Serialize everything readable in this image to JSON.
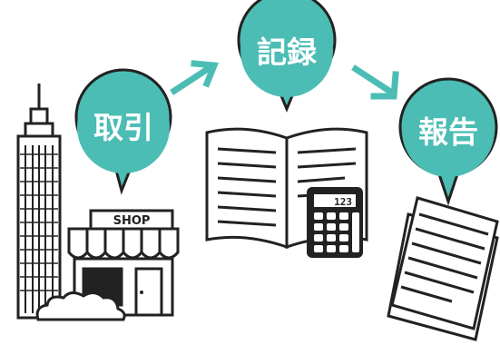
{
  "steps": [
    {
      "label": "取引"
    },
    {
      "label": "記録"
    },
    {
      "label": "報告"
    }
  ],
  "shop_sign": "SHOP",
  "calculator_display": "123",
  "colors": {
    "bubble": "#4bbdb4",
    "arrow": "#4bbdb4",
    "outline": "#222222"
  }
}
